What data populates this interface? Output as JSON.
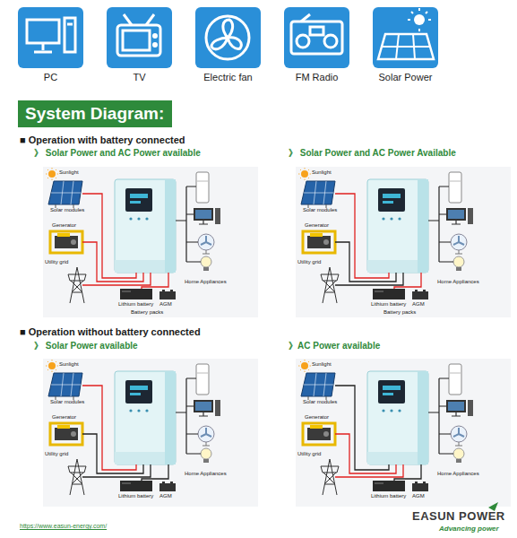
{
  "diagram": {
    "nodes": [
      {
        "text": [
          "PC"
        ]
      },
      {
        "text": [
          "TV"
        ]
      },
      {
        "text": [
          "Electric fan"
        ]
      },
      {
        "text": [
          "FM Radio"
        ]
      },
      {
        "text": [
          "Solar Power"
        ]
      },
      {
        "text": [
          "System Diagram:"
        ]
      }
    ],
    "labels": [
      "■ Operation with battery connected",
      "》 Solar Power and AC Power available",
      "》 Solar Power and AC Power Available",
      "Sunlight",
      "Solar modules",
      "Generator",
      "Utility grid",
      "Home Appliances",
      "Lithium battery",
      "AGM",
      "Battery packs",
      "Sunlight",
      "Solar modules",
      "Generator",
      "Utility grid",
      "Home Appliances",
      "Lithium battery",
      "AGM",
      "Battery packs",
      "■ Operation without battery connected",
      "》 Solar Power available",
      "》AC Power available",
      "Sunlight",
      "Solar modules",
      "Generator",
      "Utility grid",
      "Home Appliances",
      "Lithium battery",
      "AGM",
      "Sunlight",
      "Solar modules",
      "Generator",
      "Utility grid",
      "Home Appliances",
      "Lithium battery",
      "AGM",
      "https://www.easun-energy.com/",
      "EASUN POWER",
      "Advancing power"
    ]
  }
}
